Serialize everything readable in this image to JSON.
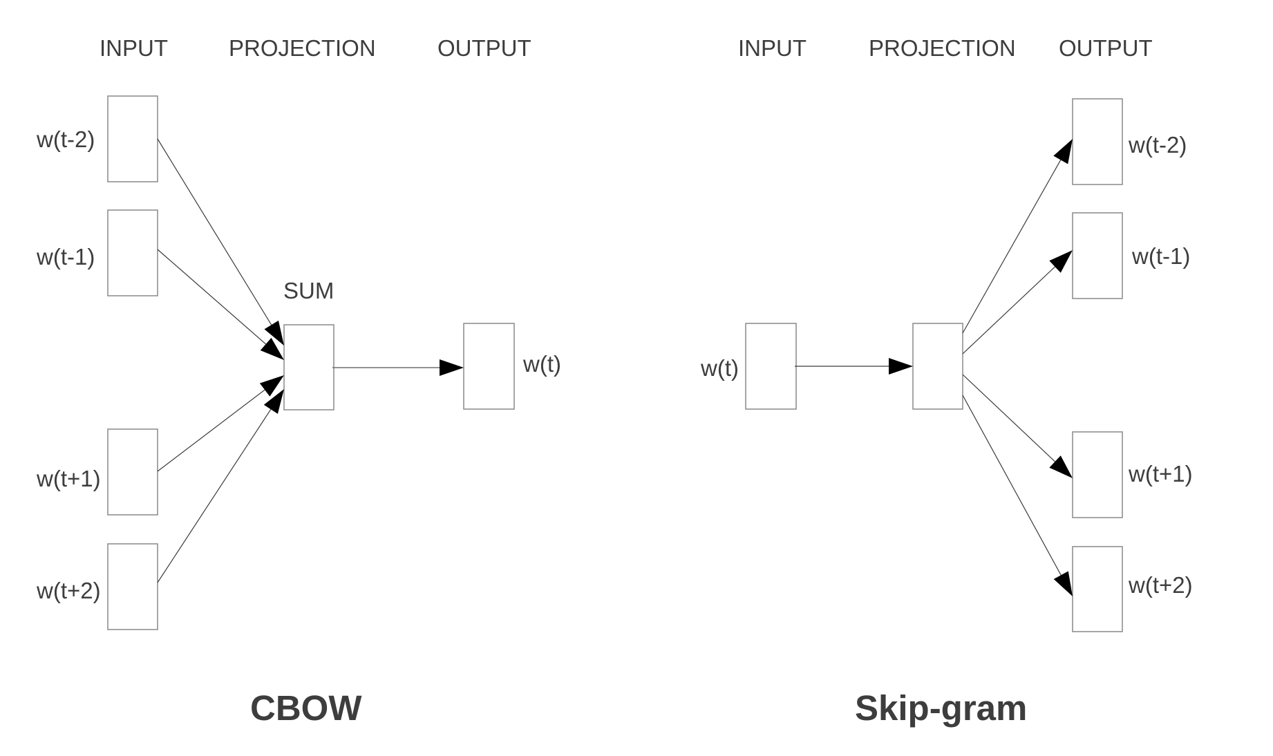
{
  "cbow": {
    "title": "CBOW",
    "headers": {
      "input": "INPUT",
      "projection": "PROJECTION",
      "output": "OUTPUT"
    },
    "projection_label": "SUM",
    "inputs": [
      "w(t-2)",
      "w(t-1)",
      "w(t+1)",
      "w(t+2)"
    ],
    "output": "w(t)"
  },
  "skipgram": {
    "title": "Skip-gram",
    "headers": {
      "input": "INPUT",
      "projection": "PROJECTION",
      "output": "OUTPUT"
    },
    "input": "w(t)",
    "outputs": [
      "w(t-2)",
      "w(t-1)",
      "w(t+1)",
      "w(t+2)"
    ]
  }
}
